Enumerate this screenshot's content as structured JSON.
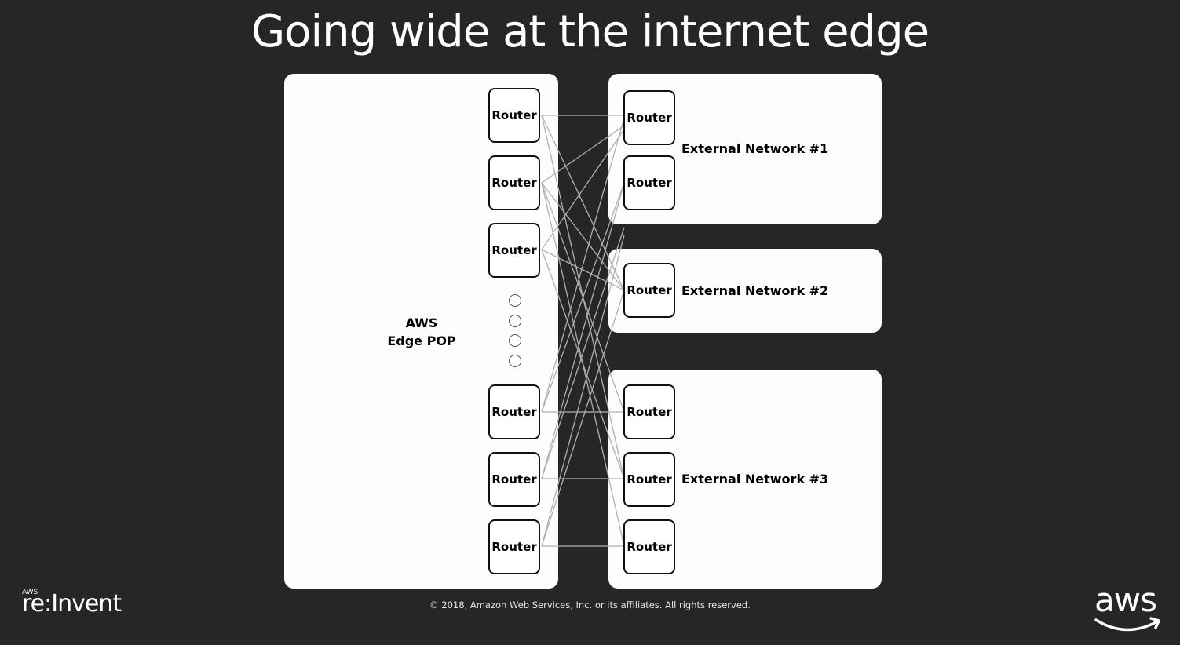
{
  "slide": {
    "title": "Going wide at the internet edge",
    "copyright": "© 2018, Amazon Web Services, Inc. or its affiliates. All rights reserved."
  },
  "pop": {
    "line1": "AWS",
    "line2": "Edge POP"
  },
  "router_label": "Router",
  "networks": {
    "n1": "External Network #1",
    "n2": "External Network #2",
    "n3": "External Network #3"
  },
  "branding": {
    "event_small": "AWS",
    "event": "re:Invent",
    "logo_text": "aws",
    "logo_icon": "amazon-smile-arrow-icon"
  },
  "colors": {
    "background": "#262626",
    "panel": "#fdfdfd",
    "router_border": "#111111",
    "link": "#b0b0b0"
  }
}
